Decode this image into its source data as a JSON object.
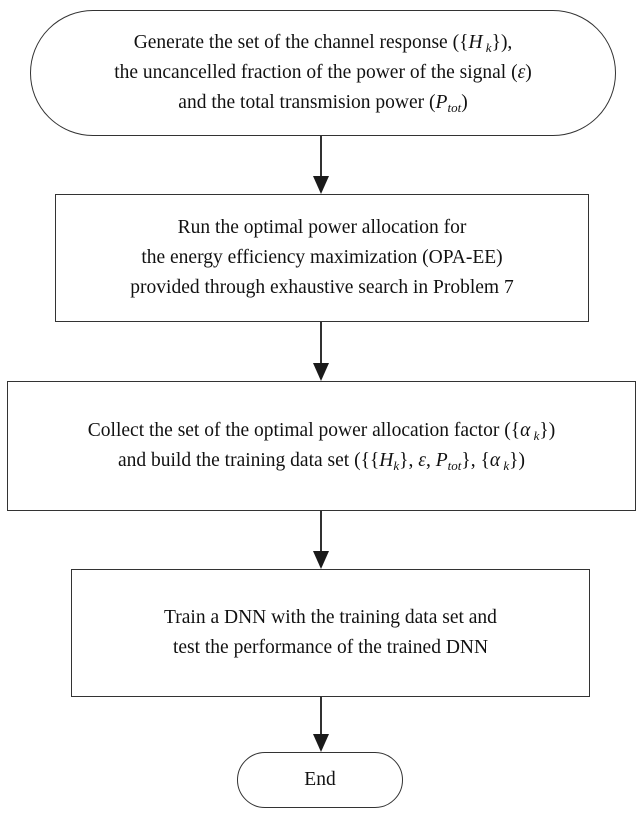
{
  "nodes": {
    "start": {
      "line1": {
        "pre": "Generate the set of the channel response ({",
        "sym": "H",
        "sub": " k",
        "post": "}),"
      },
      "line2": {
        "pre": "the uncancelled fraction of the power of the signal (",
        "sym": "ε",
        "post": ")"
      },
      "line3": {
        "pre": "and the total transmision power (",
        "sym": "P",
        "sub": "tot",
        "post": ")"
      }
    },
    "step1": {
      "line1": "Run the optimal power allocation for",
      "line2": "the energy efficiency maximization (OPA-EE)",
      "line3": "provided through exhaustive search in Problem 7"
    },
    "step2": {
      "line1": {
        "pre": "Collect the set of the optimal power allocation factor ({",
        "sym": "α",
        "sub": " k",
        "post": "})"
      },
      "line2": {
        "pre": "and build the training data set ({{",
        "h": "H",
        "hsub": "k",
        "mid1": "}, ",
        "eps": "ε",
        "mid2": ", ",
        "p": "P",
        "psub": "tot",
        "mid3": "}, {",
        "a": "α",
        "asub": " k",
        "post": "})"
      }
    },
    "step3": {
      "line1": "Train a DNN with the training data set and",
      "line2": "test the performance of the trained DNN"
    },
    "end": {
      "label": "End"
    }
  },
  "colors": {
    "stroke": "#333333",
    "arrow": "#1a1a1a",
    "background": "#ffffff"
  }
}
